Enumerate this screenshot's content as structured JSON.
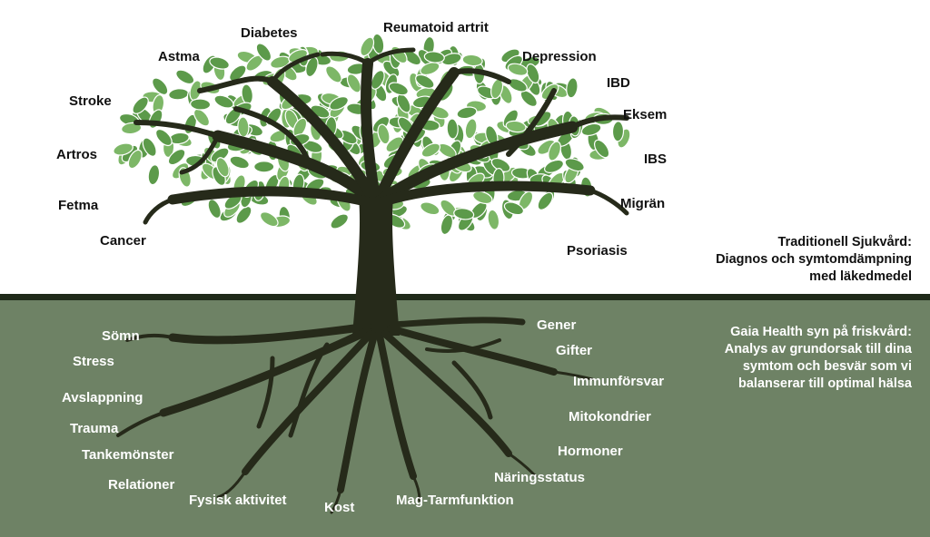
{
  "colors": {
    "sky": "#ffffff",
    "ground": "#6e8265",
    "ground_line": "#1f2a19",
    "trunk": "#262a1a",
    "leaf": "#5c9a4a",
    "leaf_light": "#7db767",
    "top_text": "#111111",
    "bottom_text": "#ffffff"
  },
  "symptoms": [
    "Diabetes",
    "Reumatoid artrit",
    "Astma",
    "Depression",
    "IBD",
    "Stroke",
    "Eksem",
    "Artros",
    "IBS",
    "Fetma",
    "Migrän",
    "Cancer",
    "Psoriasis"
  ],
  "root_causes": [
    "Sömn",
    "Gener",
    "Gifter",
    "Stress",
    "Immunförsvar",
    "Avslappning",
    "Mitokondrier",
    "Trauma",
    "Tankemönster",
    "Hormoner",
    "Näringsstatus",
    "Relationer",
    "Fysisk aktivitet",
    "Mag-Tarmfunktion",
    "Kost"
  ],
  "traditional": {
    "lines": [
      "Traditionell Sjukvård:",
      "Diagnos och symtomdämpning",
      "med läkedmedel"
    ]
  },
  "gaia": {
    "lines": [
      "Gaia Health syn på friskvård:",
      "Analys av grundorsak till dina",
      "symtom och besvär som vi",
      "balanserar till optimal hälsa"
    ]
  }
}
